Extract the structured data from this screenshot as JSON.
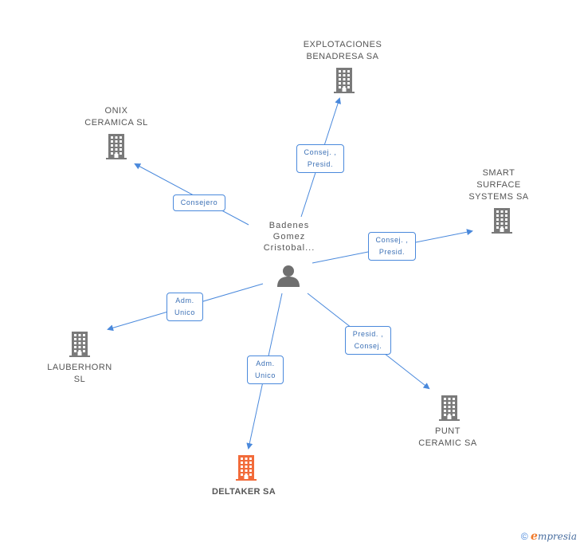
{
  "person": {
    "label": "Badenes\nGomez\nCristobal..."
  },
  "companies": [
    {
      "id": "explotaciones",
      "label": "EXPLOTACIONES\nBENADRESA SA",
      "highlight": false
    },
    {
      "id": "onix",
      "label": "ONIX\nCERAMICA SL",
      "highlight": false
    },
    {
      "id": "smart",
      "label": "SMART\nSURFACE\nSYSTEMS SA",
      "highlight": false
    },
    {
      "id": "lauberhorn",
      "label": "LAUBERHORN\nSL",
      "highlight": false
    },
    {
      "id": "punt",
      "label": "PUNT\nCERAMIC SA",
      "highlight": false
    },
    {
      "id": "deltaker",
      "label": "DELTAKER SA",
      "highlight": true
    }
  ],
  "relations": [
    {
      "to": "explotaciones",
      "label": "Consej. ,\nPresid."
    },
    {
      "to": "onix",
      "label": "Consejero"
    },
    {
      "to": "smart",
      "label": "Consej. ,\nPresid."
    },
    {
      "to": "lauberhorn",
      "label": "Adm.\nUnico"
    },
    {
      "to": "punt",
      "label": "Presid. ,\nConsej."
    },
    {
      "to": "deltaker",
      "label": "Adm.\nUnico"
    }
  ],
  "colors": {
    "edge": "#4a89dc",
    "building": "#7a7a7a",
    "highlight": "#f26b3a",
    "person": "#6f6f6f"
  },
  "footer": {
    "copyright": "©",
    "brand_first": "e",
    "brand_rest": "mpresia"
  }
}
